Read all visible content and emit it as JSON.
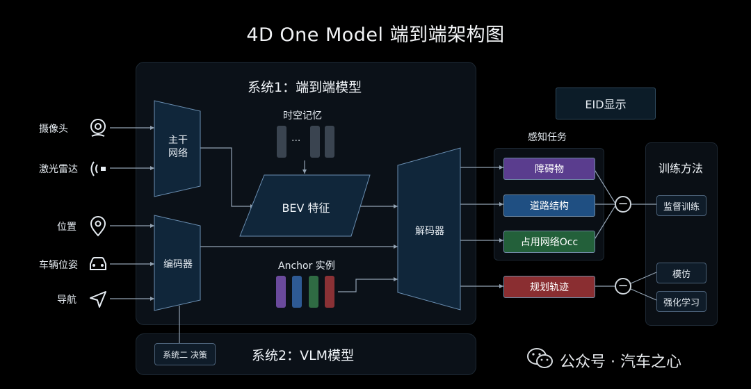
{
  "title": "4D One Model 端到端架构图",
  "system1": {
    "title": "系统1：端到端模型"
  },
  "system2": {
    "title": "系统2：VLM模型",
    "box_label": "系统二 决策"
  },
  "inputs": [
    {
      "label": "摄像头",
      "icon": "camera-icon"
    },
    {
      "label": "激光雷达",
      "icon": "lidar-icon"
    },
    {
      "label": "位置",
      "icon": "location-pin-icon"
    },
    {
      "label": "车辆位姿",
      "icon": "car-icon"
    },
    {
      "label": "导航",
      "icon": "navigation-arrow-icon"
    }
  ],
  "backbone": {
    "line1": "主干",
    "line2": "网络"
  },
  "encoder": {
    "label": "编码器"
  },
  "memory": {
    "label": "时空记忆",
    "ellipsis": "···"
  },
  "bev": {
    "label": "BEV 特征"
  },
  "anchor": {
    "label": "Anchor 实例"
  },
  "decoder": {
    "label": "解码器"
  },
  "eid": {
    "label": "EID显示"
  },
  "perception": {
    "label": "感知任务",
    "tasks": [
      {
        "label": "障碍物",
        "color": "#5a3d8e"
      },
      {
        "label": "道路结构",
        "color": "#1f4f82"
      },
      {
        "label": "占用网络Occ",
        "color": "#23603a"
      }
    ]
  },
  "planning": {
    "label": "规划轨迹",
    "color": "#8a2e31"
  },
  "minus_symbol": "−",
  "training": {
    "title": "训练方法",
    "methods": [
      "监督训练",
      "模仿",
      "强化学习"
    ]
  },
  "watermark": {
    "text": "公众号 · 汽车之心"
  },
  "colors": {
    "anchor_bars": [
      "#6a4a9c",
      "#2e5a94",
      "#2f6b43",
      "#8a3135"
    ],
    "memory_bars": "#3a4450",
    "module_fill": "#10263a",
    "module_stroke": "#6b8fb2"
  }
}
